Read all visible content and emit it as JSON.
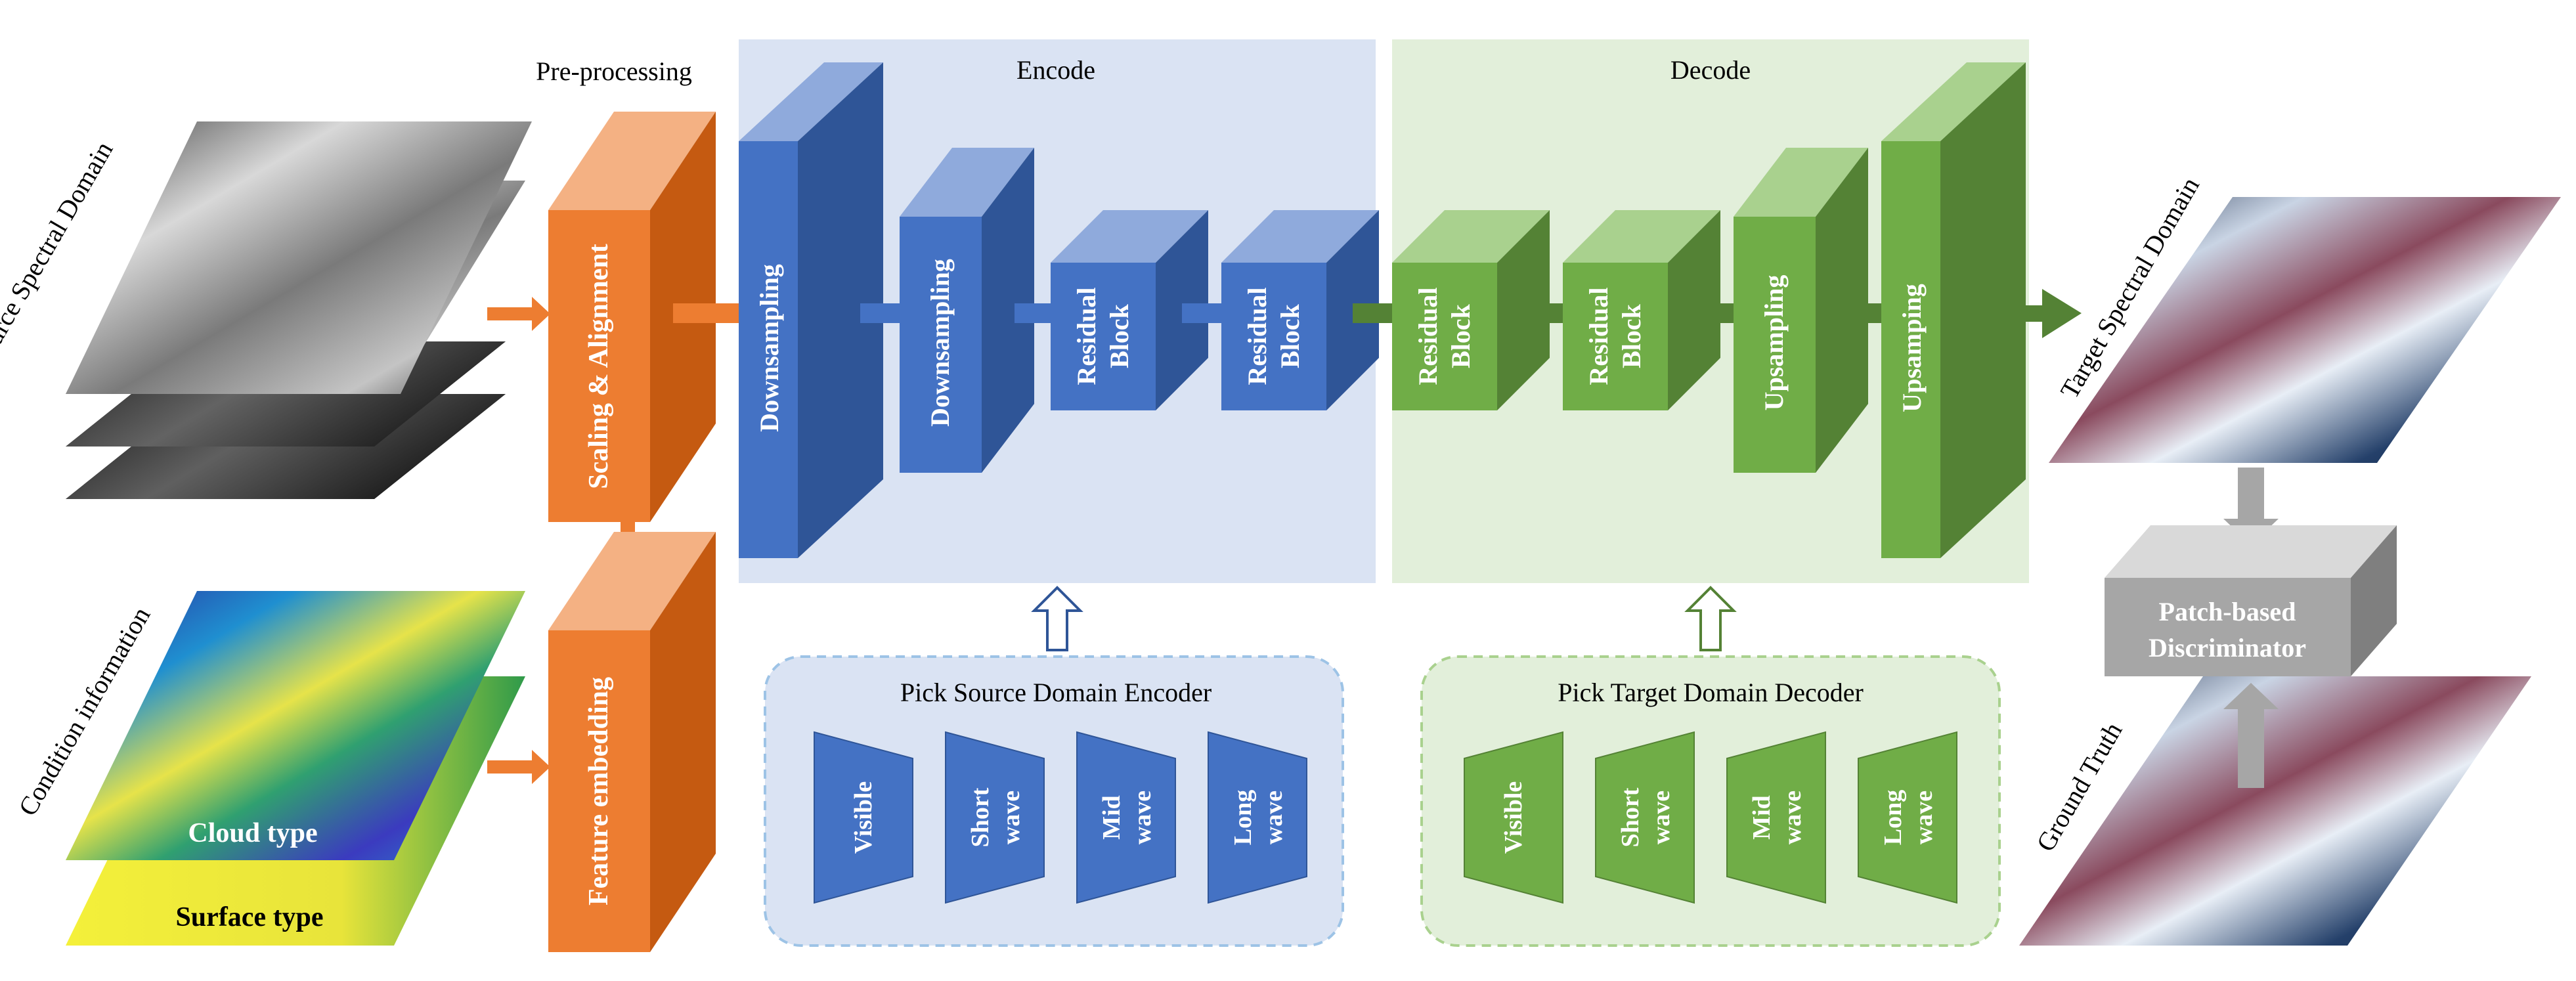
{
  "colors": {
    "orange": "#ED7D31",
    "blue": "#4472C4",
    "green": "#70AD47",
    "gray": "#A6A6A6",
    "encode_bg": "#DAE3F3",
    "decode_bg": "#E2EFDA"
  },
  "left": {
    "source_label": "Source Spectral Domain",
    "condition_label": "Condition information",
    "cloud_label": "Cloud type",
    "surface_label": "Surface type"
  },
  "preprocessing": {
    "title": "Pre-processing",
    "scaling_label": "Scaling & Alignment",
    "embedding_label": "Feature embedding"
  },
  "encode": {
    "title": "Encode",
    "blocks": [
      "Downsampling",
      "Downsampling",
      "Residual",
      "Block",
      "Residual",
      "Block"
    ]
  },
  "decode": {
    "title": "Decode",
    "blocks": [
      "Residual",
      "Block",
      "Residual",
      "Block",
      "Upsampling",
      "Upsamping"
    ]
  },
  "source_picker": {
    "title": "Pick Source Domain Encoder",
    "items": [
      "Visible",
      "Short",
      "wave",
      "Mid",
      "wave",
      "Long",
      "wave"
    ]
  },
  "target_picker": {
    "title": "Pick Target Domain Decoder",
    "items": [
      "Visible",
      "Short",
      "wave",
      "Mid",
      "wave",
      "Long",
      "wave"
    ]
  },
  "right": {
    "target_label": "Target Spectral Domain",
    "ground_truth_label": "Ground Truth",
    "discriminator_line1": "Patch-based",
    "discriminator_line2": "Discriminator"
  }
}
